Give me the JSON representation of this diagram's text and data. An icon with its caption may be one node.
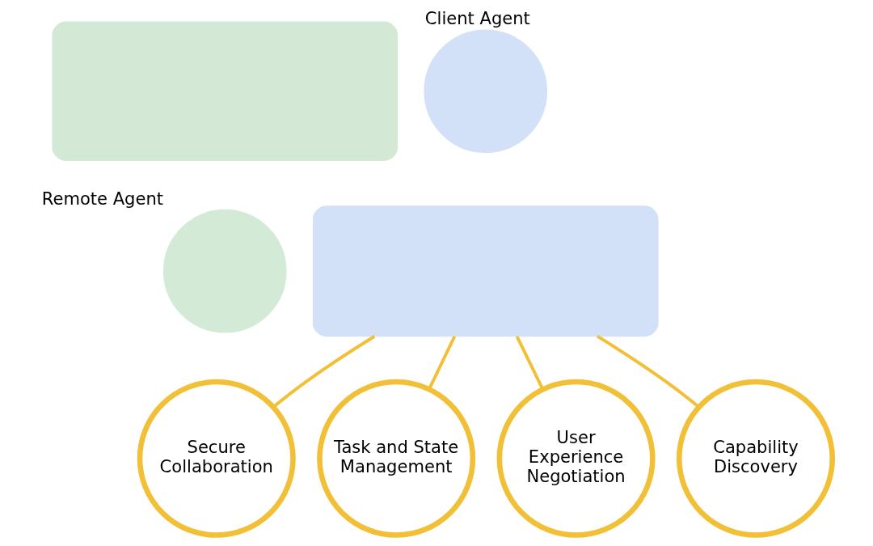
{
  "diagram": {
    "nodes": [
      {
        "text": [
          "Client Agent"
        ]
      },
      {
        "text": [],
        "shape": "box"
      },
      {
        "text": [
          "Remote Agent"
        ]
      },
      {
        "text": [],
        "shape": "box"
      },
      {
        "text": [
          "Secure Collaboration"
        ]
      },
      {
        "text": [
          "Task and State Management"
        ]
      },
      {
        "text": [
          "User Experience Negotiation"
        ]
      },
      {
        "text": [
          "Capability Discovery"
        ]
      }
    ],
    "edges": [
      {
        "from": 3,
        "to": 4,
        "arrow": "none"
      },
      {
        "from": 3,
        "to": 5,
        "arrow": "none"
      },
      {
        "from": 3,
        "to": 6,
        "arrow": "none"
      },
      {
        "from": 3,
        "to": 7,
        "arrow": "none"
      }
    ]
  }
}
